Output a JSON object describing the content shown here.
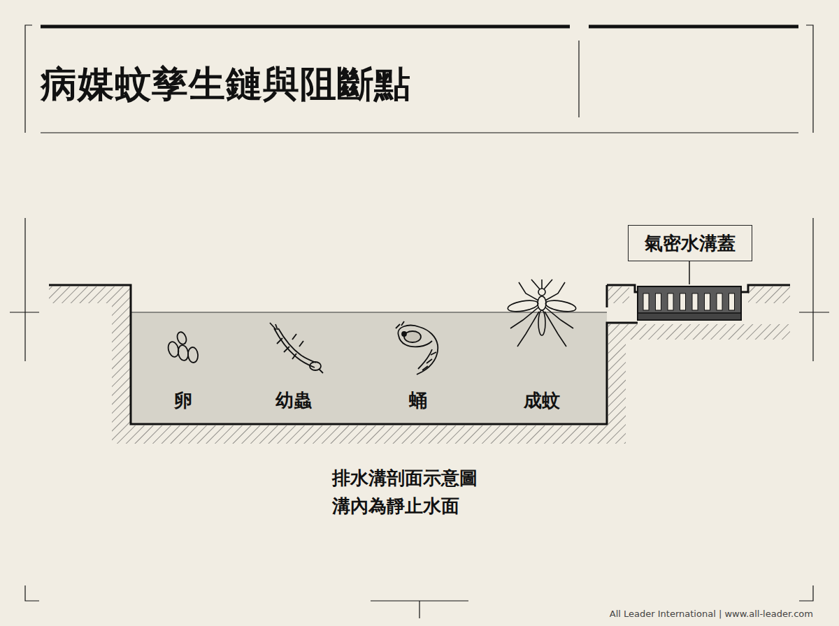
{
  "diagram": {
    "title": "病媒蚊孳生鏈與阻斷點",
    "caption": "排水溝剖面示意圖 溝內為靜止水面",
    "nodes": [
      {
        "text": [
          "氣密水溝蓋"
        ]
      }
    ],
    "labels": [
      "卵",
      "幼蟲",
      "蛹",
      "成蚊",
      "All Leader International | www.all-leader.com"
    ]
  }
}
